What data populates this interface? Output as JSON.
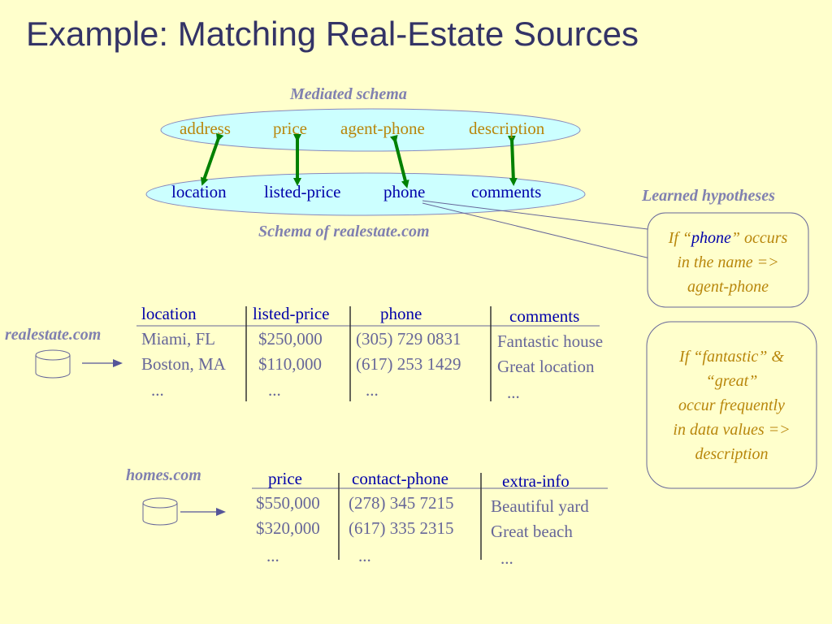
{
  "title": "Example: Matching Real-Estate Sources",
  "mediated": {
    "label": "Mediated schema",
    "fields": [
      "address",
      "price",
      "agent-phone",
      "description"
    ]
  },
  "source_schema": {
    "fields": [
      "location",
      "listed-price",
      "phone",
      "comments"
    ],
    "label": "Schema of realestate.com"
  },
  "learned_label": "Learned hypotheses",
  "hypothesis1": {
    "pre": "If “",
    "kw": "phone",
    "post": "” occurs",
    "line2": "in the name =>",
    "line3": "agent-phone"
  },
  "hypothesis2": {
    "line1": "If “fantastic” &",
    "line2": "“great”",
    "line3": "occur frequently",
    "line4": "in data values =>",
    "line5": "description"
  },
  "realestate": {
    "name": "realestate.com",
    "headers": [
      "location",
      "listed-price",
      "phone",
      "comments"
    ],
    "rows": [
      [
        "Miami, FL",
        "$250,000",
        "(305) 729 0831",
        "Fantastic house"
      ],
      [
        "Boston, MA",
        "$110,000",
        "(617) 253 1429",
        "Great location"
      ],
      [
        "...",
        "...",
        "...",
        "..."
      ]
    ]
  },
  "homes": {
    "name": "homes.com",
    "headers": [
      "price",
      "contact-phone",
      "extra-info"
    ],
    "rows": [
      [
        "$550,000",
        "(278) 345 7215",
        "Beautiful yard"
      ],
      [
        "$320,000",
        "(617) 335 2315",
        "Great beach"
      ],
      [
        "...",
        "...",
        "..."
      ]
    ]
  },
  "colors": {
    "background": "#FFFFCC",
    "ellipse": "#CCFFFF",
    "arrow": "#008000",
    "title": "#333366"
  }
}
